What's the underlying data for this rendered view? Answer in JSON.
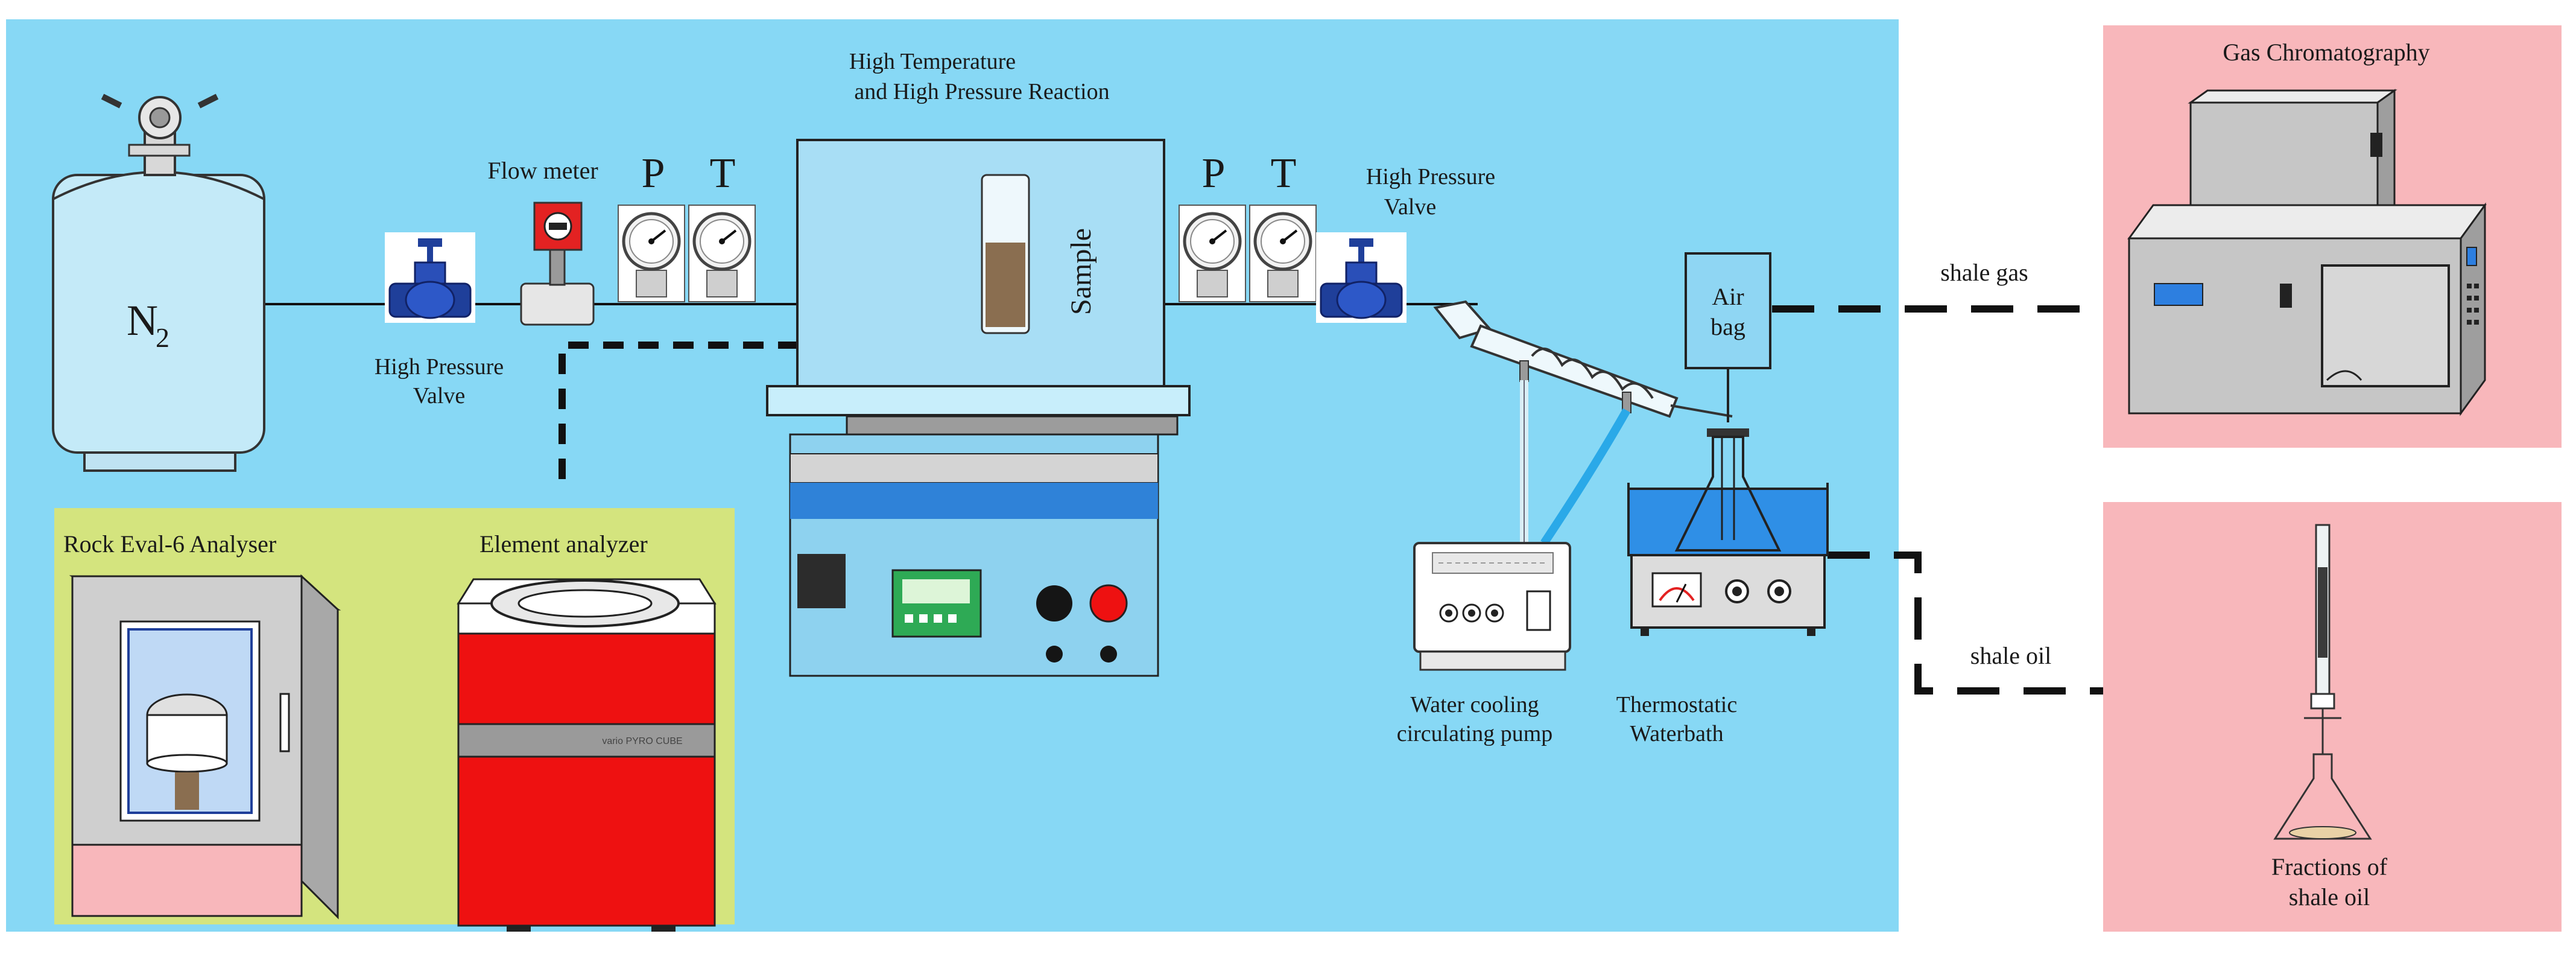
{
  "colors": {
    "background": "#ffffff",
    "main_panel": "#87d8f5",
    "analyzer_panel": "#d4e47e",
    "output_panel": "#f8b7bb",
    "line": "#111111",
    "valve_blue": "#1f3f9a",
    "flowmeter_red": "#e32222",
    "water_blue": "#2f8fe6",
    "analyzer_red": "#ee1111"
  },
  "labels": {
    "n2_main": "N",
    "n2_sub": "2",
    "valve1_line1": "High Pressure",
    "valve1_line2": "Valve",
    "flow_meter": "Flow meter",
    "p1": "P",
    "t1": "T",
    "reactor_line1": "High Temperature",
    "reactor_line2": "and High Pressure Reaction",
    "sample": "Sample",
    "p2": "P",
    "t2": "T",
    "valve2_line1": "High Pressure",
    "valve2_line2": "Valve",
    "airbag_line1": "Air",
    "airbag_line2": "bag",
    "shale_gas": "shale gas",
    "shale_oil": "shale oil",
    "gc_title": "Gas Chromatography",
    "pump_line1": "Water cooling",
    "pump_line2": "circulating pump",
    "waterbath_line1": "Thermostatic",
    "waterbath_line2": "Waterbath",
    "fractions_line1": "Fractions of",
    "fractions_line2": "shale oil",
    "rock_eval": "Rock Eval-6 Analyser",
    "element_analyzer": "Element analyzer",
    "element_brand": "vario PYRO CUBE"
  }
}
